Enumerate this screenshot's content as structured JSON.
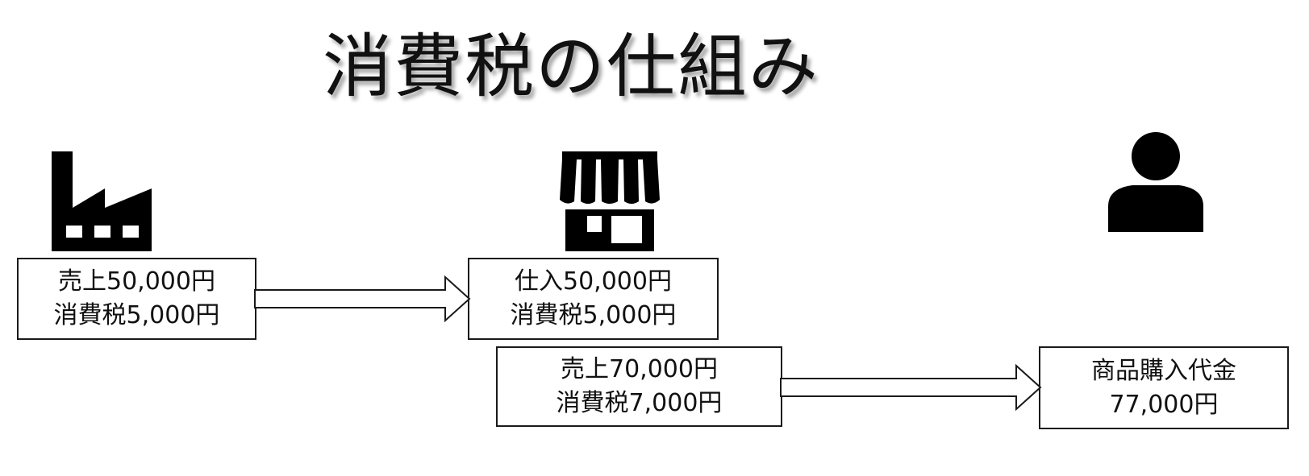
{
  "title": "消費税の仕組み",
  "boxes": {
    "factory_sales": {
      "line1": "売上50,000円",
      "line2": "消費税5,000円"
    },
    "store_purchase": {
      "line1": "仕入50,000円",
      "line2": "消費税5,000円"
    },
    "store_sales": {
      "line1": "売上70,000円",
      "line2": "消費税7,000円"
    },
    "consumer_payment": {
      "line1": "商品購入代金",
      "line2": "77,000円"
    }
  },
  "icons": {
    "factory": "factory-icon",
    "store": "store-icon",
    "consumer": "person-icon"
  }
}
